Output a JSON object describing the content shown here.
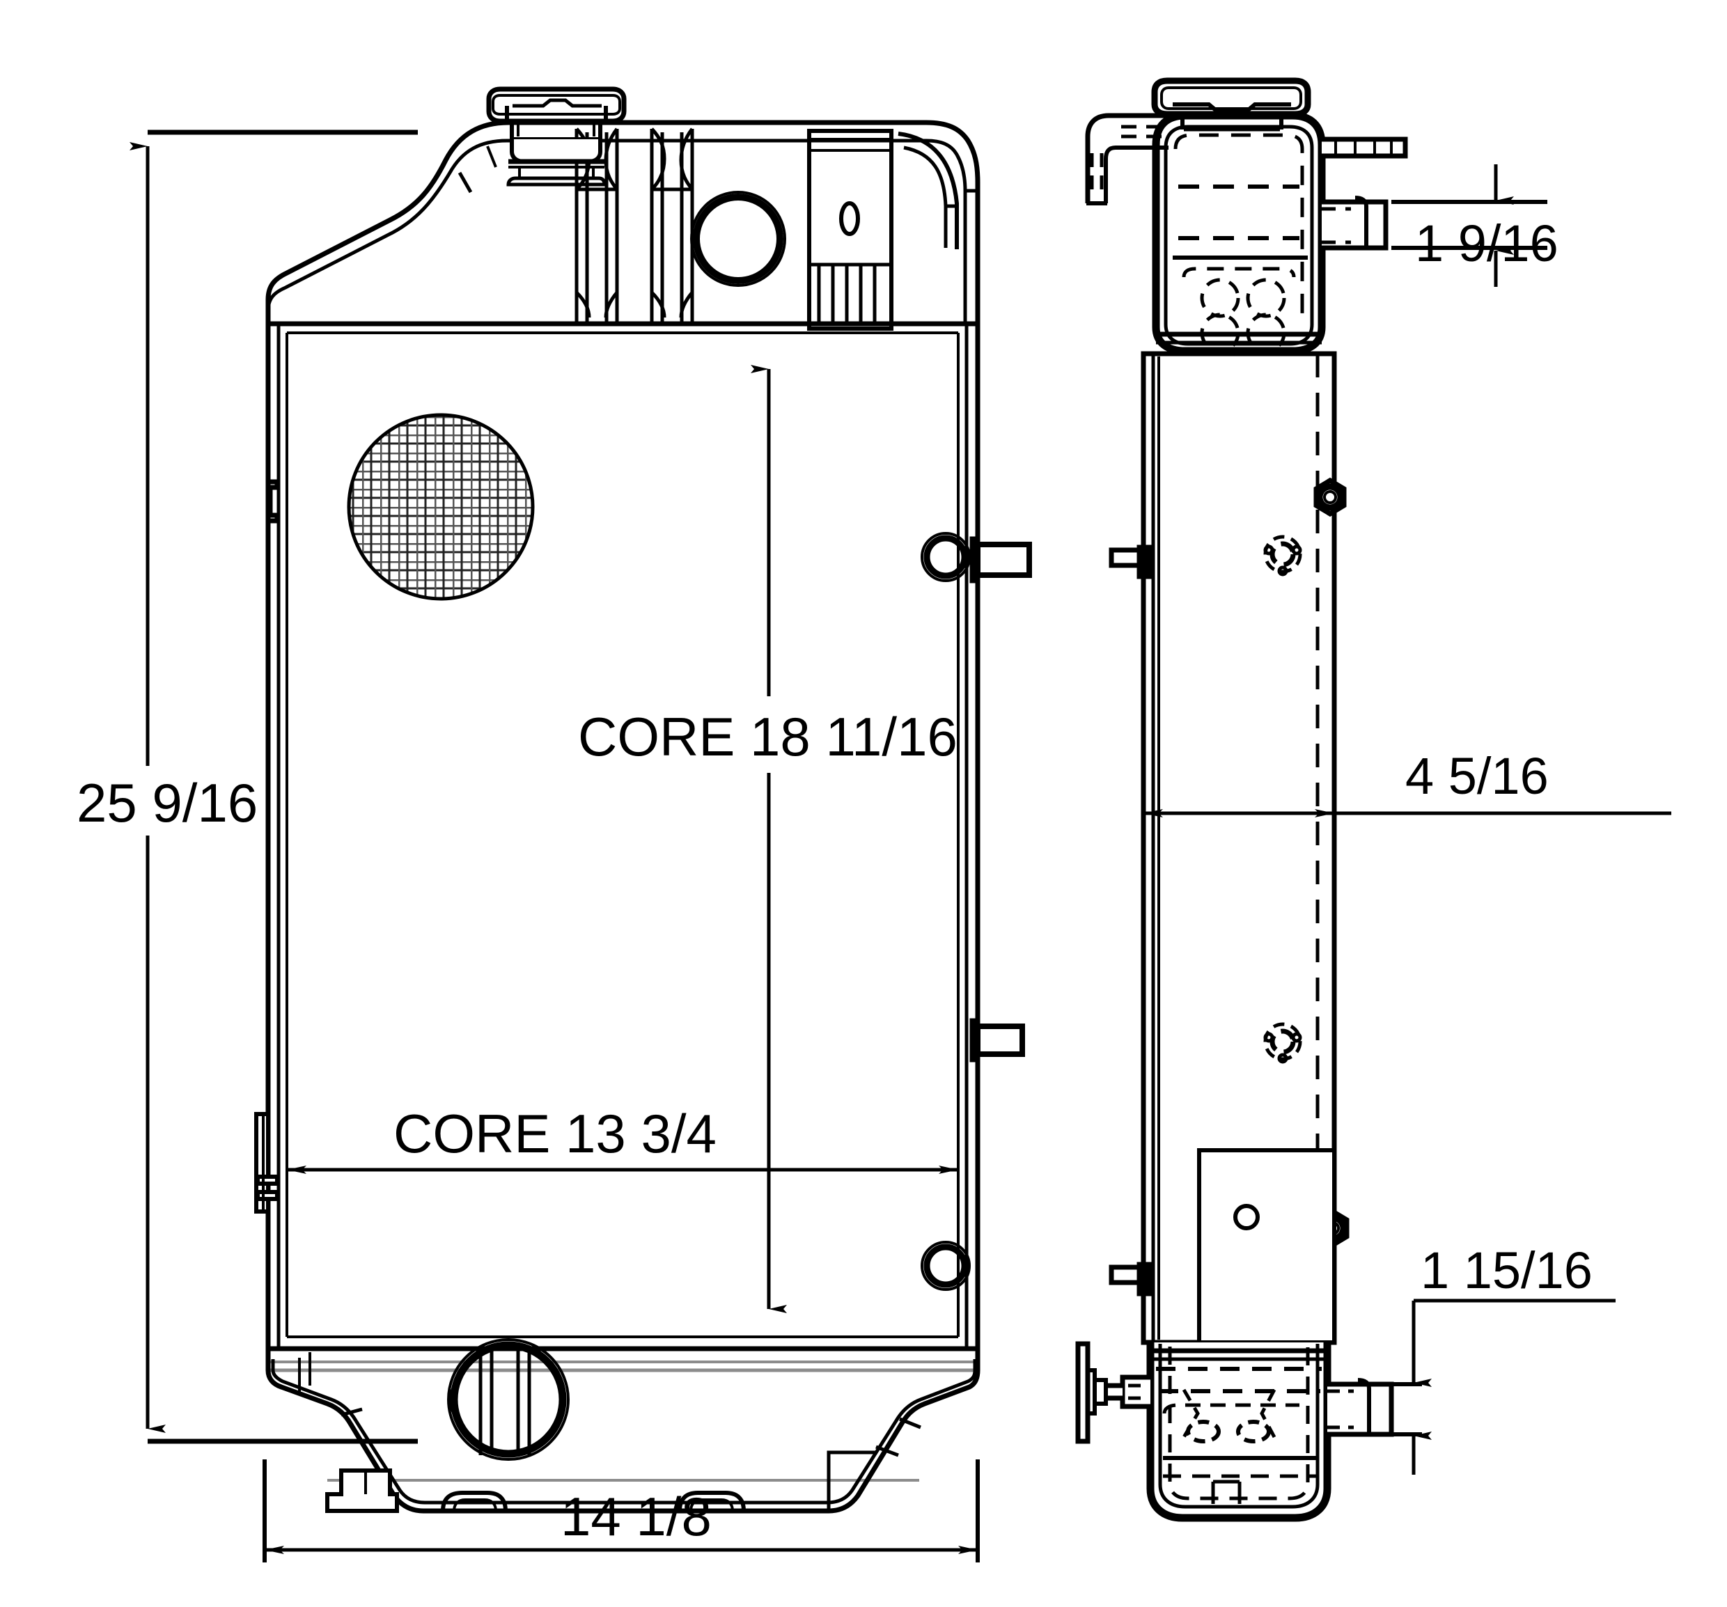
{
  "drawing": {
    "type": "engineering-drawing",
    "subject": "radiator",
    "views": [
      {
        "name": "front-view",
        "label": ""
      },
      {
        "name": "side-view",
        "label": ""
      }
    ],
    "units": "inches-fractional",
    "line_color": "#000000",
    "background_color": "#ffffff"
  },
  "dimensions": {
    "overall_height": "25 9/16",
    "overall_width": "14 1/8",
    "core_height": "CORE 18 11/16",
    "core_width": "CORE 13 3/4",
    "inlet_height": "1 9/16",
    "depth": "4 5/16",
    "outlet_height": "1 15/16"
  },
  "labels": [
    {
      "id": "overall-height",
      "text": "25 9/16"
    },
    {
      "id": "core-height",
      "text": "CORE 18 11/16"
    },
    {
      "id": "core-width",
      "text": "CORE 13 3/4"
    },
    {
      "id": "overall-width",
      "text": "14 1/8"
    },
    {
      "id": "inlet-height",
      "text": "1 9/16"
    },
    {
      "id": "depth",
      "text": "4 5/16"
    },
    {
      "id": "outlet-height",
      "text": "1 15/16"
    }
  ],
  "features": {
    "filler_cap": "filler-cap",
    "upper_tank": "upper-tank",
    "lower_tank": "lower-tank",
    "core": "radiator-core",
    "fin_detail": "fin-hatch-circle",
    "inlet_port": "inlet-port",
    "outlet_port": "outlet-port",
    "overflow_tube": "overflow-tube",
    "drain_petcock": "drain-petcock",
    "mounting_bracket": "mounting-bracket",
    "hex_nut": "hex-nut-fastener",
    "flange_fitting": "flange-fitting"
  }
}
